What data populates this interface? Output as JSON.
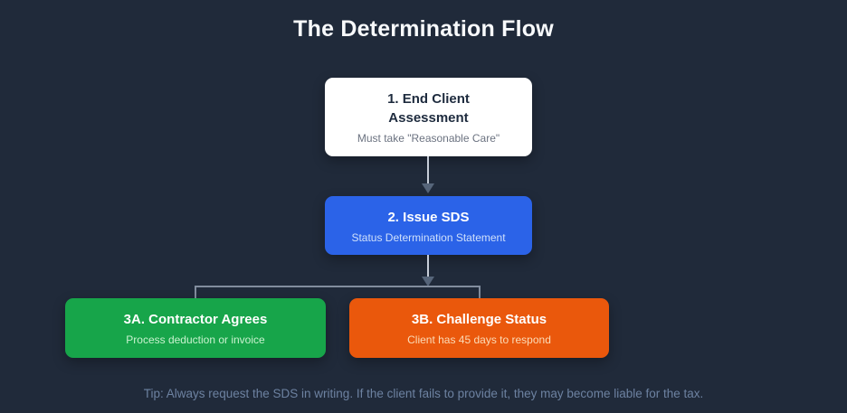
{
  "page": {
    "title": "The Determination Flow",
    "tip": "Tip: Always request the SDS in writing. If the client fails to provide it, they may become liable for the tax.",
    "background_color": "#202a3a",
    "tip_color": "#6d82a1"
  },
  "flow": {
    "nodes": [
      {
        "id": "node-1",
        "title": "1. End Client Assessment",
        "subtitle": "Must take \"Reasonable Care\"",
        "bg_color": "#ffffff",
        "title_color": "#1e2b3e",
        "subtitle_color": "#6b7280"
      },
      {
        "id": "node-2",
        "title": "2. Issue SDS",
        "subtitle": "Status Determination Statement",
        "bg_color": "#2b63e8",
        "title_color": "#ffffff",
        "subtitle_color": "#cfe0fb"
      },
      {
        "id": "node-3a",
        "title": "3A. Contractor Agrees",
        "subtitle": "Process deduction or invoice",
        "bg_color": "#17a54a",
        "title_color": "#ffffff",
        "subtitle_color": "#c9f2cf"
      },
      {
        "id": "node-3b",
        "title": "3B. Challenge Status",
        "subtitle": "Client has 45 days to respond",
        "bg_color": "#ea580c",
        "title_color": "#ffffff",
        "subtitle_color": "#fbdcb8"
      }
    ],
    "connectors": {
      "arrow_color": "#56657a",
      "line_color": "#c6cdd8",
      "branch_line_color": "#828d9e"
    }
  }
}
